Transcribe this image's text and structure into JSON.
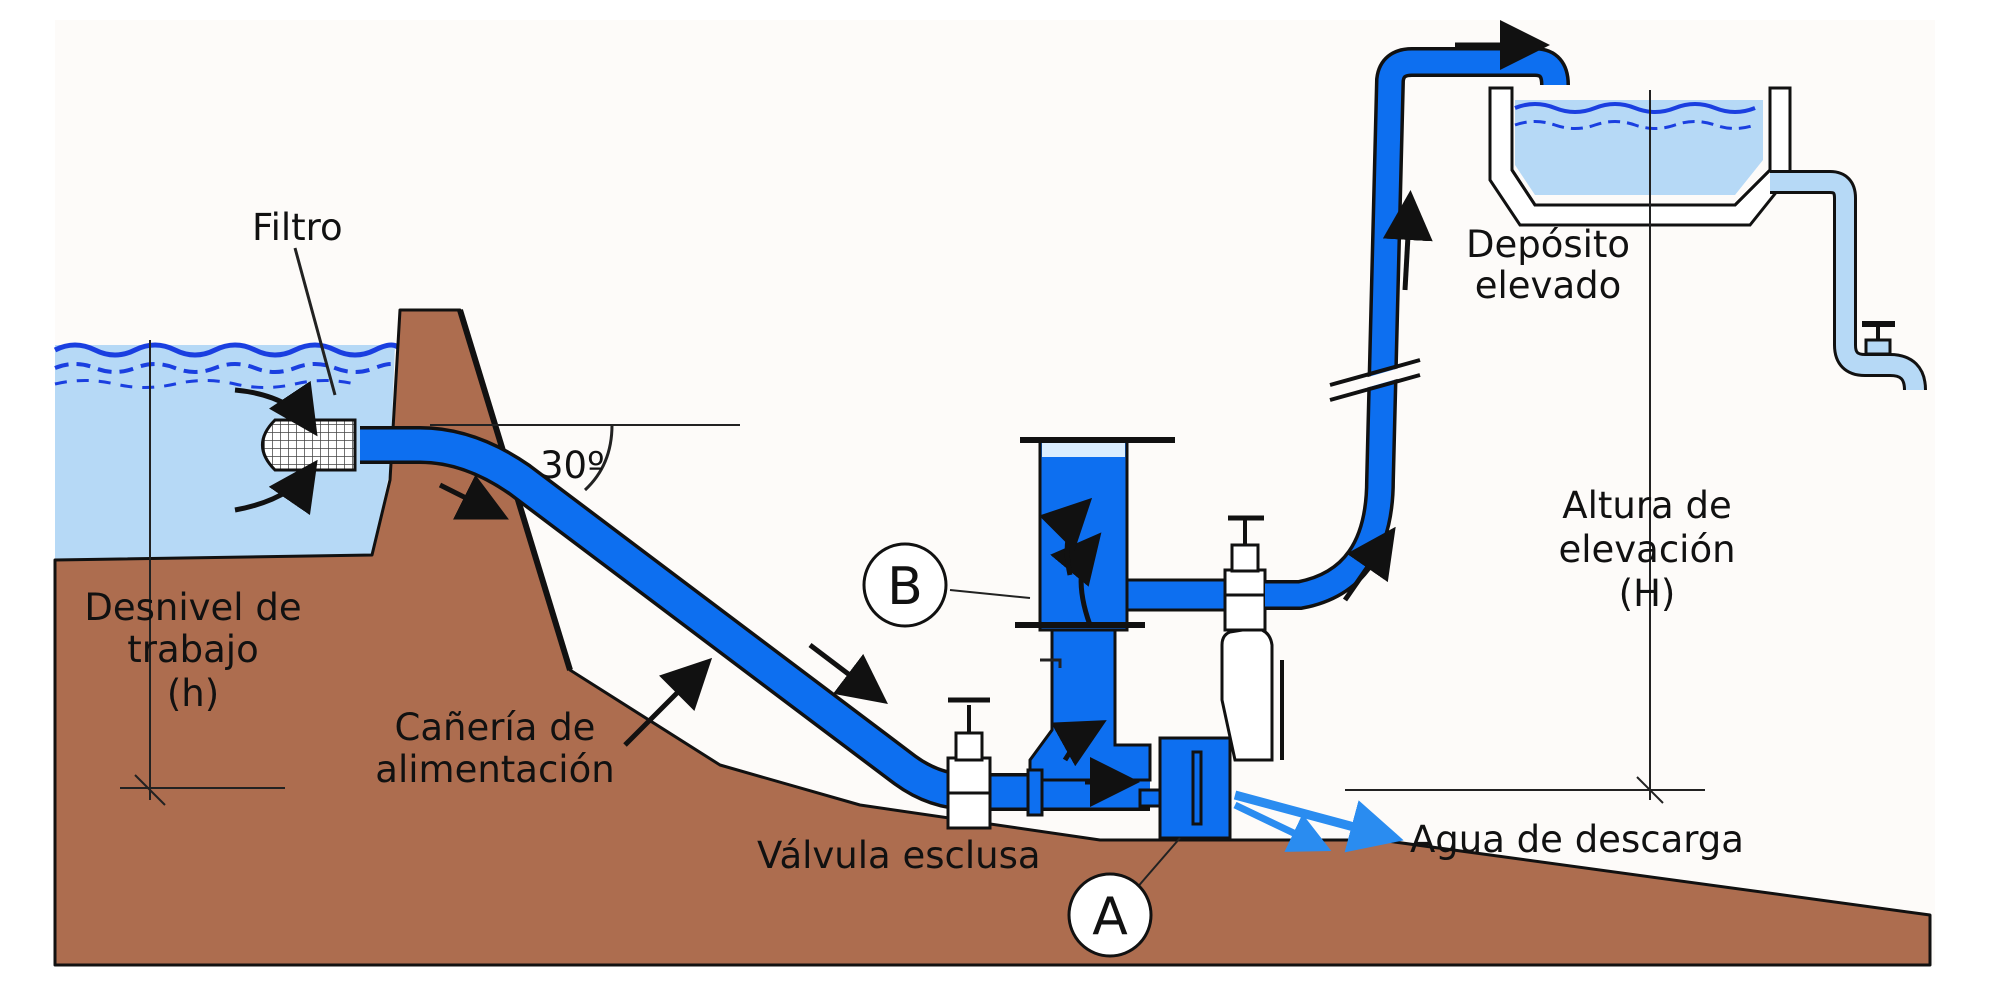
{
  "labels": {
    "filtro": "Filtro",
    "angulo": "30º",
    "desnivel_1": "Desnivel de",
    "desnivel_2": "trabajo",
    "desnivel_3": "(h)",
    "caneria_1": "Cañería de",
    "caneria_2": "alimentación",
    "valvula": "Válvula esclusa",
    "marker_a": "A",
    "marker_b": "B",
    "deposito_1": "Depósito",
    "deposito_2": "elevado",
    "altura_1": "Altura de",
    "altura_2": "elevación",
    "altura_3": "(H)",
    "descarga": "Agua de descarga"
  },
  "colors": {
    "pipe_blue": "#0d6ff0",
    "water_light": "#b6d9f6",
    "water_wave": "#1a3fe0",
    "ground_brown": "#ad6d4f",
    "background": "#fdfbf9",
    "discharge_blue": "#2a8cf0"
  }
}
